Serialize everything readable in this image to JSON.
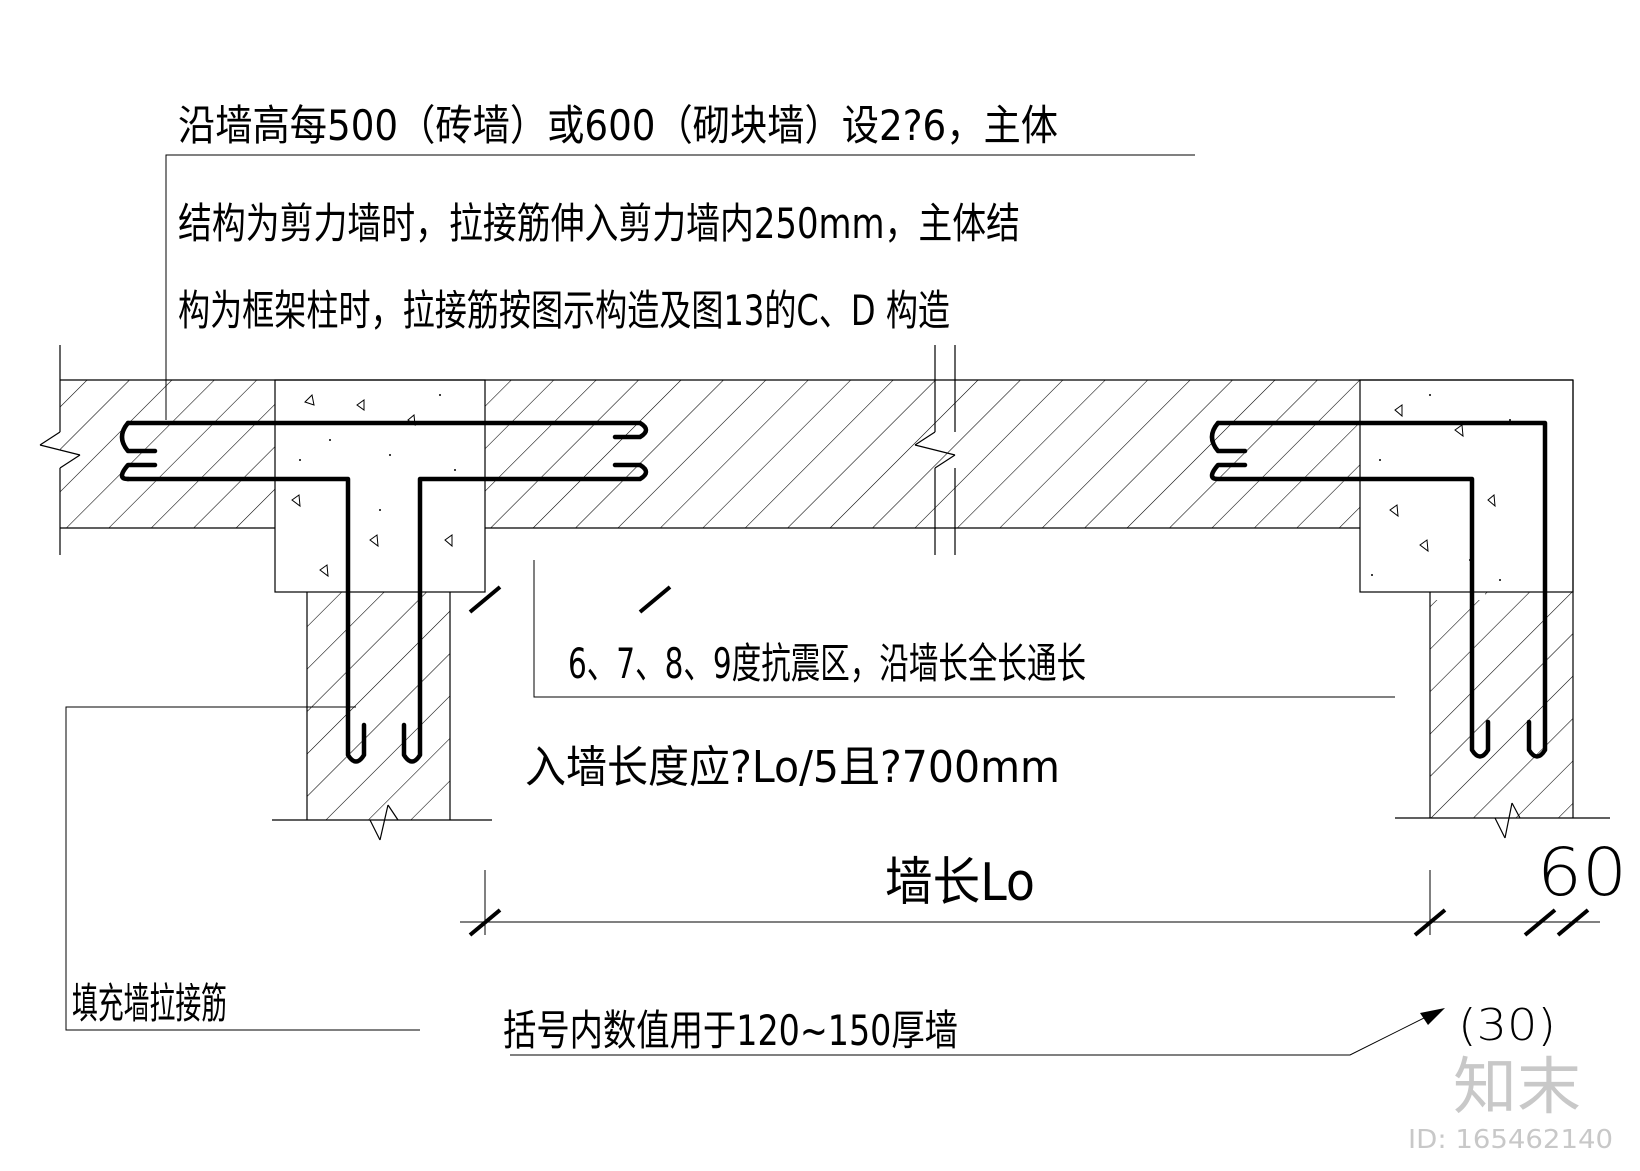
{
  "notes": {
    "line1": "沿墙高每500（砖墙）或600（砌块墙）设2?6，主体",
    "line2": "结构为剪力墙时，拉接筋伸入剪力墙内250mm，主体结",
    "line3": "构为框架柱时，拉接筋按图示构造及图13的C、D 构造"
  },
  "seismic_note": "6、7、8、9度抗震区，沿墙长全长通长",
  "anchor_length_note": "入墙长度应?Lo/5且?700mm",
  "wall_length_label": "墙长Lo",
  "dim_60": "60",
  "dim_30": "(30)",
  "tie_bar_label": "填充墙拉接筋",
  "bracket_note": "括号内数值用于120~150厚墙",
  "watermark": {
    "logo": "知末",
    "id": "ID: 165462140"
  }
}
